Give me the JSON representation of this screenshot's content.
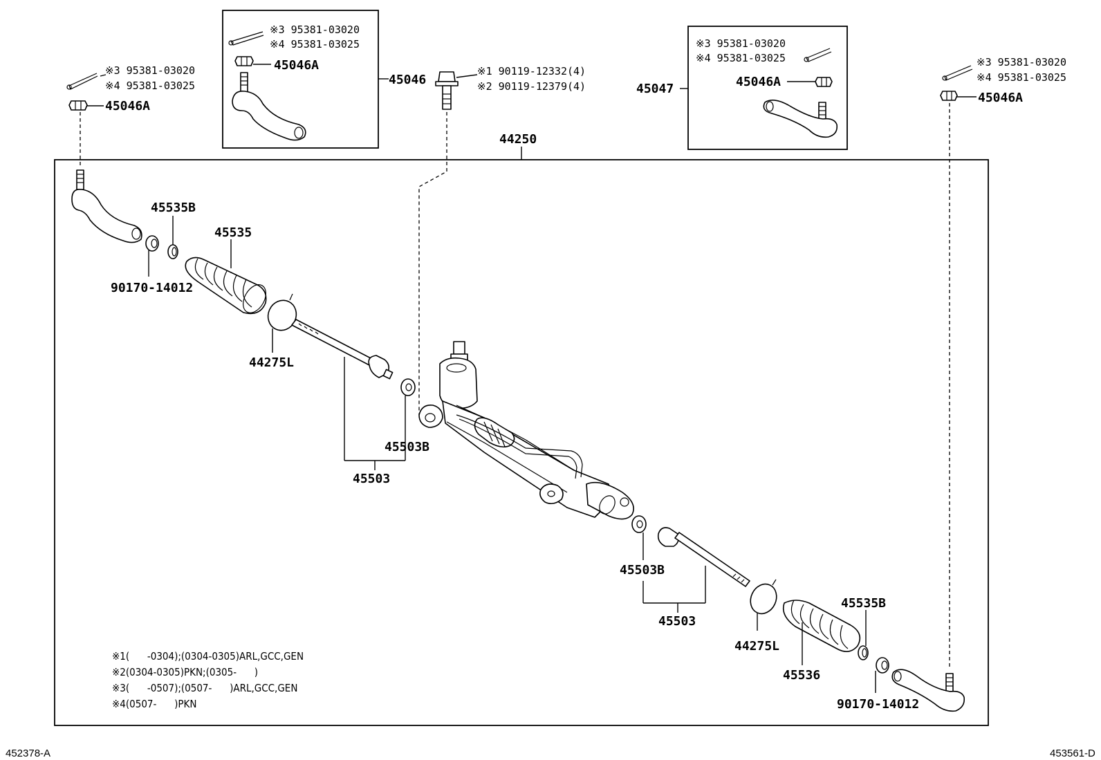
{
  "labels": {
    "l_45046": "45046",
    "l_45047": "45047",
    "l_44250": "44250",
    "l_45046A_left": "45046A",
    "l_45046A_box1": "45046A",
    "l_45046A_box2": "45046A",
    "l_45046A_right": "45046A",
    "l_45535B_left": "45535B",
    "l_45535": "45535",
    "l_90170_left": "90170-14012",
    "l_44275L_left": "44275L",
    "l_45503B_left": "45503B",
    "l_45503_left": "45503",
    "l_45503B_right": "45503B",
    "l_45503_right": "45503",
    "l_44275L_right": "44275L",
    "l_45536": "45536",
    "l_45535B_right": "45535B",
    "l_90170_right": "90170-14012"
  },
  "subparts": {
    "left_pin_3": "※3 95381-03020",
    "left_pin_4": "※4 95381-03025",
    "box1_pin_3": "※3 95381-03020",
    "box1_pin_4": "※4 95381-03025",
    "bolt_1": "※1 90119-12332(4)",
    "bolt_2": "※2 90119-12379(4)",
    "box2_pin_3": "※3 95381-03020",
    "box2_pin_4": "※4 95381-03025",
    "right_pin_3": "※3 95381-03020",
    "right_pin_4": "※4 95381-03025"
  },
  "notes": [
    "※1(      -0304);(0304-0305)ARL,GCC,GEN",
    "※2(0304-0305)PKN;(0305-      )",
    "※3(      -0507);(0507-      )ARL,GCC,GEN",
    "※4(0507-      )PKN"
  ],
  "footer": {
    "left_ref": "452378-A",
    "right_ref": "453561-D"
  }
}
